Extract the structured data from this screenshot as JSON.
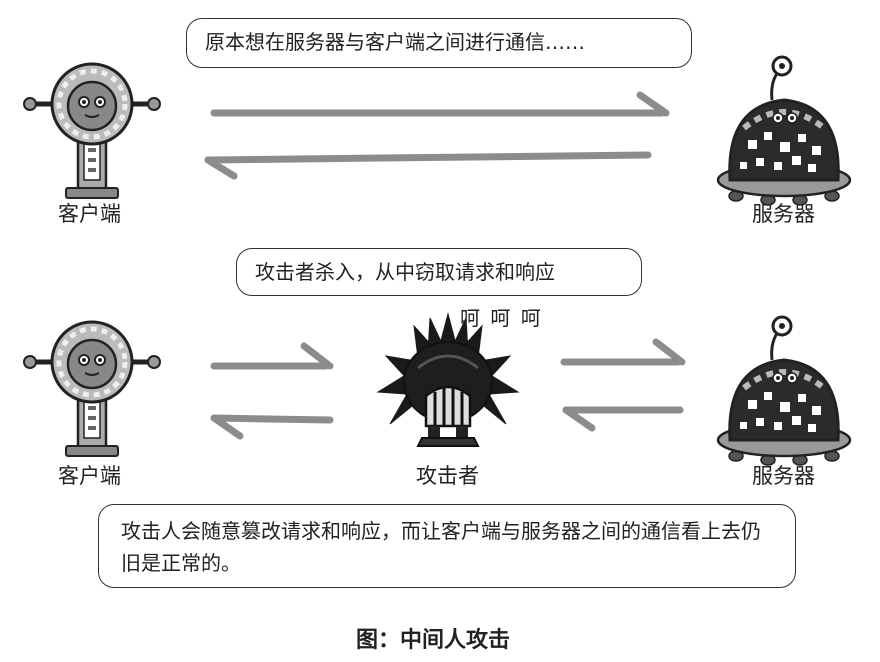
{
  "top": {
    "message": "原本想在服务器与客户端之间进行通信……",
    "client_label": "客户端",
    "server_label": "服务器"
  },
  "middle": {
    "message": "攻击者杀入，从中窃取请求和响应",
    "laugh": "呵 呵 呵",
    "client_label": "客户端",
    "attacker_label": "攻击者",
    "server_label": "服务器"
  },
  "bottom": {
    "message": "攻击人会随意篡改请求和响应，而让客户端与服务器之间的通信看上去仍旧是正常的。"
  },
  "caption": "图：中间人攻击",
  "colors": {
    "arrow": "#8c8c8c",
    "outline": "#222222",
    "robot_body": "#9a9a9a",
    "server_shell": "#2b2b2b"
  },
  "icons": [
    "client-robot-icon",
    "server-robot-icon",
    "attacker-icon",
    "arrow-right-icon",
    "arrow-left-icon"
  ]
}
